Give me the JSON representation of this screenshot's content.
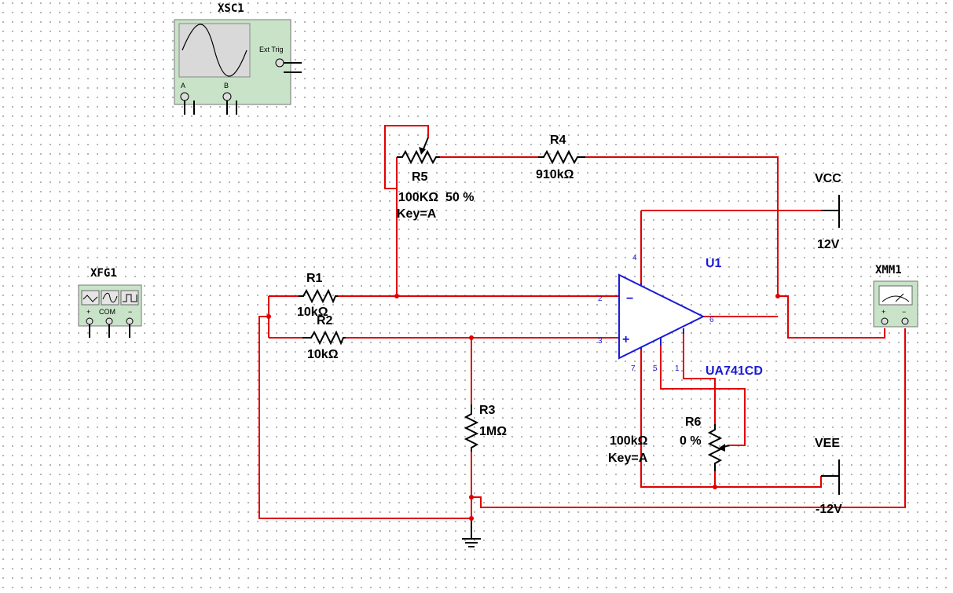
{
  "oscilloscope": {
    "name": "XSC1",
    "ext_trig": "Ext Trig",
    "channel_a": "A",
    "channel_b": "B"
  },
  "function_generator": {
    "name": "XFG1",
    "com": "COM",
    "plus": "+",
    "minus": "−"
  },
  "multimeter": {
    "name": "XMM1",
    "plus": "+",
    "minus": "−"
  },
  "components": {
    "R1": {
      "name": "R1",
      "value": "10kΩ"
    },
    "R2": {
      "name": "R2",
      "value": "10kΩ"
    },
    "R3": {
      "name": "R3",
      "value": "1MΩ"
    },
    "R4": {
      "name": "R4",
      "value": "910kΩ"
    },
    "R5": {
      "name": "R5",
      "value": "100KΩ  50 %",
      "key": "Key=A"
    },
    "R6": {
      "name": "R6",
      "value": "100kΩ",
      "percent": "0 %",
      "key": "Key=A"
    },
    "U1": {
      "name": "U1",
      "part": "UA741CD"
    }
  },
  "supplies": {
    "vcc": {
      "name": "VCC",
      "value": "12V"
    },
    "vee": {
      "name": "VEE",
      "value": "-12V"
    }
  },
  "pins": {
    "p2": "2",
    "p3": "3",
    "p4": "4",
    "p6": "6",
    "p7": "7",
    "p5": "5",
    "p1": "1",
    "minus": "−",
    "plus": "+"
  },
  "colors": {
    "wire": "#e00000",
    "opamp_labels": "#1a1ad8",
    "instrument_fill": "#c9e3c9"
  }
}
